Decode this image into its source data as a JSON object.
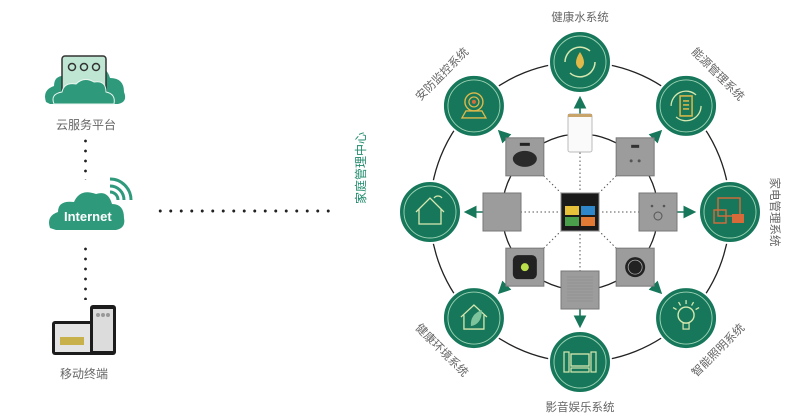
{
  "left_panel": {
    "cloud_platform": {
      "label": "云服务平台",
      "icon": "cloud-server-icon"
    },
    "internet": {
      "label": "Internet",
      "icon": "cloud-wifi-icon"
    },
    "mobile": {
      "label": "移动终端",
      "icon": "mobile-devices-icon"
    }
  },
  "hub": {
    "center_label": "家庭管理中心",
    "center_icon": "smart-panel-icon",
    "devices": [
      {
        "name": "water-purifier",
        "icon": "water-purifier-icon"
      },
      {
        "name": "smart-socket",
        "icon": "socket-icon"
      },
      {
        "name": "wall-socket",
        "icon": "wall-socket-icon"
      },
      {
        "name": "knob-switch",
        "icon": "knob-icon"
      },
      {
        "name": "speaker-panel",
        "icon": "speaker-grille-icon"
      },
      {
        "name": "env-panel",
        "icon": "env-panel-icon"
      },
      {
        "name": "blank-panel",
        "icon": "blank-panel-icon"
      },
      {
        "name": "camera-device",
        "icon": "camera-device-icon"
      }
    ]
  },
  "systems": [
    {
      "label": "健康水系统",
      "icon": "water-drop-icon"
    },
    {
      "label": "能源管理系统",
      "icon": "battery-icon"
    },
    {
      "label": "家电管理系统",
      "icon": "appliance-icon"
    },
    {
      "label": "智能照明系统",
      "icon": "light-bulb-icon"
    },
    {
      "label": "影音娱乐系统",
      "icon": "home-theater-icon"
    },
    {
      "label": "健康环境系统",
      "icon": "leaf-house-icon"
    },
    {
      "label": "家庭管理中心",
      "icon": "smart-home-icon"
    },
    {
      "label": "安防监控系统",
      "icon": "camera-icon"
    }
  ],
  "colors": {
    "node_green": "#17775a",
    "node_ring": "#9fd4b6",
    "cloud_green": "#2e9a7b",
    "accent_text": "#1f8a6a",
    "icon_gold": "#e0b94a",
    "icon_orange": "#d86a3a"
  }
}
